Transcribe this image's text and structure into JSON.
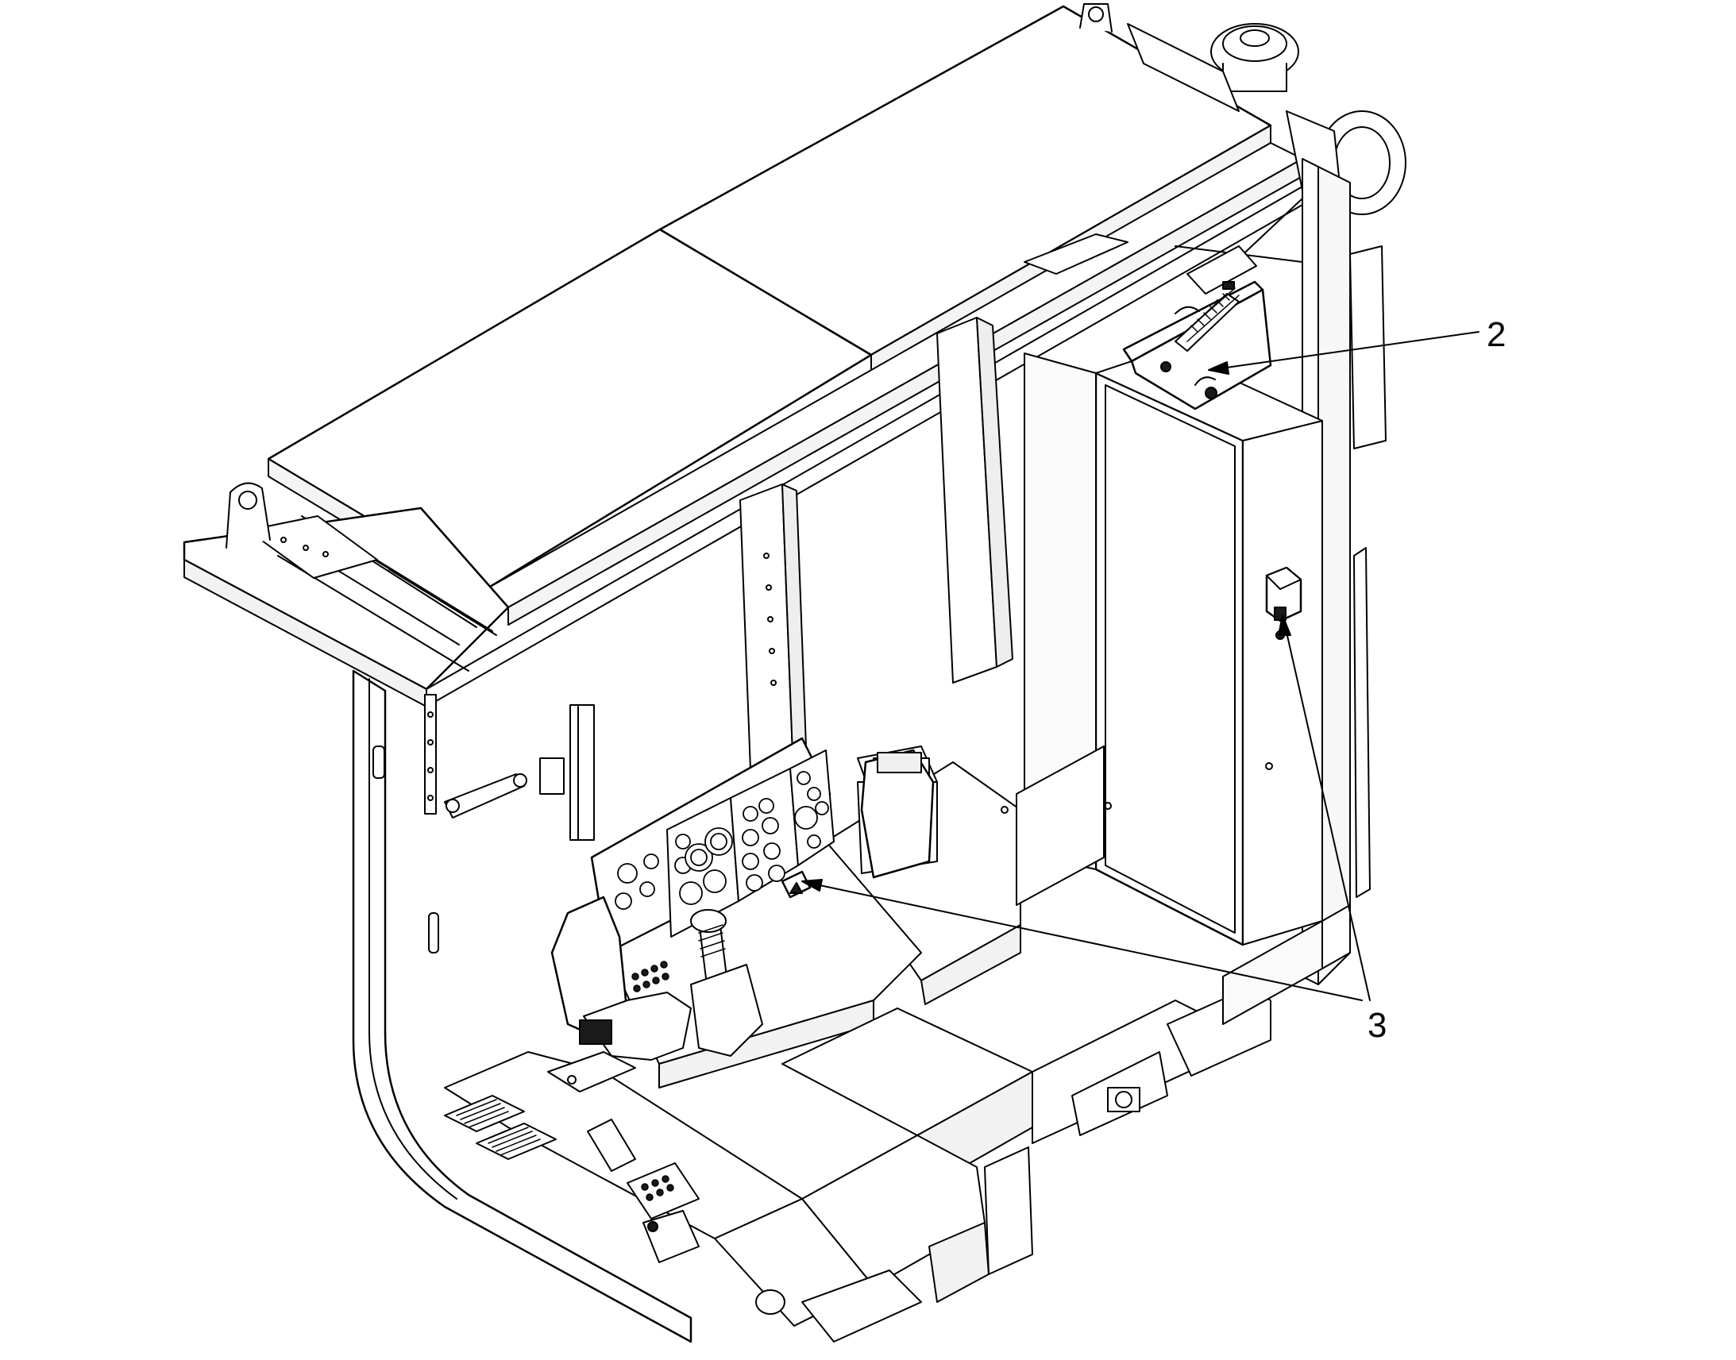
{
  "figure": {
    "callouts": [
      {
        "id": "2",
        "label": "2"
      },
      {
        "id": "3",
        "label": "3"
      }
    ]
  },
  "colors": {
    "line": "#000000",
    "paper": "#ffffff",
    "light": "#f4f4f4",
    "mid": "#cfcfcf",
    "dark": "#1a1a1a"
  }
}
